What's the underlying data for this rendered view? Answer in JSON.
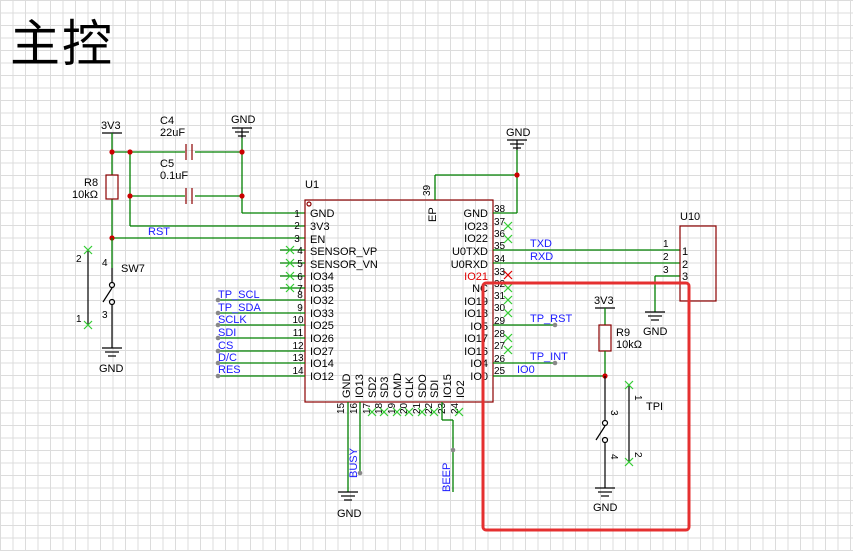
{
  "title": "主控",
  "power": {
    "vcc": "3V3",
    "gnd": "GND"
  },
  "components": {
    "c4": {
      "ref": "C4",
      "value": "22uF"
    },
    "c5": {
      "ref": "C5",
      "value": "0.1uF"
    },
    "r8": {
      "ref": "R8",
      "value": "10kΩ"
    },
    "r9": {
      "ref": "R9",
      "value": "10kΩ"
    },
    "sw7": {
      "ref": "SW7",
      "pins": [
        "4",
        "3",
        "2",
        "1"
      ]
    },
    "tpi": {
      "ref": "TPI",
      "pins": [
        "3",
        "4",
        "1",
        "2"
      ]
    },
    "u1": {
      "ref": "U1",
      "ep_label": "EP",
      "ep_pin": "39"
    },
    "u10": {
      "ref": "U10",
      "pins": [
        "1",
        "2",
        "3"
      ],
      "pins_out": [
        "1",
        "2",
        "3"
      ]
    }
  },
  "u1_left_pins": [
    {
      "num": "1",
      "name": "GND"
    },
    {
      "num": "2",
      "name": "3V3"
    },
    {
      "num": "3",
      "name": "EN"
    },
    {
      "num": "4",
      "name": "SENSOR_VP"
    },
    {
      "num": "5",
      "name": "SENSOR_VN"
    },
    {
      "num": "6",
      "name": "IO34"
    },
    {
      "num": "7",
      "name": "IO35"
    },
    {
      "num": "8",
      "name": "IO32"
    },
    {
      "num": "9",
      "name": "IO33"
    },
    {
      "num": "10",
      "name": "IO25"
    },
    {
      "num": "11",
      "name": "IO26"
    },
    {
      "num": "12",
      "name": "IO27"
    },
    {
      "num": "13",
      "name": "IO14"
    },
    {
      "num": "14",
      "name": "IO12"
    }
  ],
  "u1_right_pins": [
    {
      "num": "38",
      "name": "GND"
    },
    {
      "num": "37",
      "name": "IO23"
    },
    {
      "num": "36",
      "name": "IO22"
    },
    {
      "num": "35",
      "name": "U0TXD"
    },
    {
      "num": "34",
      "name": "U0RXD"
    },
    {
      "num": "33",
      "name": "IO21"
    },
    {
      "num": "32",
      "name": "NC"
    },
    {
      "num": "31",
      "name": "IO19"
    },
    {
      "num": "30",
      "name": "IO18"
    },
    {
      "num": "29",
      "name": "IO5"
    },
    {
      "num": "28",
      "name": "IO17"
    },
    {
      "num": "27",
      "name": "IO16"
    },
    {
      "num": "26",
      "name": "IO4"
    },
    {
      "num": "25",
      "name": "IO0"
    }
  ],
  "u1_bottom_pins": [
    {
      "num": "15",
      "name": "GND"
    },
    {
      "num": "16",
      "name": "IO13"
    },
    {
      "num": "17",
      "name": "SD2"
    },
    {
      "num": "18",
      "name": "SD3"
    },
    {
      "num": "19",
      "name": "CMD"
    },
    {
      "num": "20",
      "name": "CLK"
    },
    {
      "num": "21",
      "name": "SDO"
    },
    {
      "num": "22",
      "name": "SDI"
    },
    {
      "num": "23",
      "name": "IO15"
    },
    {
      "num": "24",
      "name": "IO2"
    }
  ],
  "nets": {
    "rst": "RST",
    "tp_scl": "TP_SCL",
    "tp_sda": "TP_SDA",
    "sclk": "SCLK",
    "sdi": "SDI",
    "cs": "CS",
    "dc": "D/C",
    "res": "RES",
    "txd": "TXD",
    "rxd": "RXD",
    "tp_rst": "TP_RST",
    "tp_int": "TP_INT",
    "io0": "IO0",
    "busy": "BUSY",
    "beep": "BEEP"
  },
  "colors": {
    "wire": "#008000",
    "net_label": "#1a1aff",
    "body": "#8b0000",
    "junction": "#cc0000",
    "highlight": "#e53030",
    "nc_mark": "#33cc33",
    "active_pin": "#e00000"
  }
}
